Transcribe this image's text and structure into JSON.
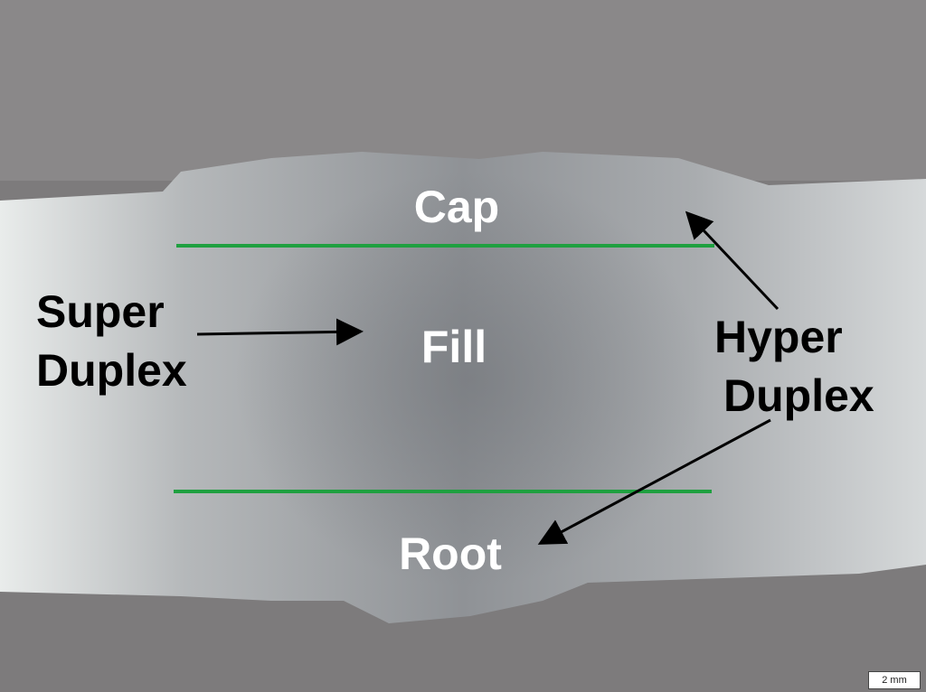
{
  "labels": {
    "cap": "Cap",
    "fill": "Fill",
    "root": "Root",
    "super_line1": "Super",
    "super_line2": "Duplex",
    "hyper_line1": "Hyper",
    "hyper_line2": "Duplex"
  },
  "scale_bar": "2 mm",
  "colors": {
    "background": "#7d7b7c",
    "zone_divider": "#1fa040",
    "metal": "#c9cbcc"
  }
}
